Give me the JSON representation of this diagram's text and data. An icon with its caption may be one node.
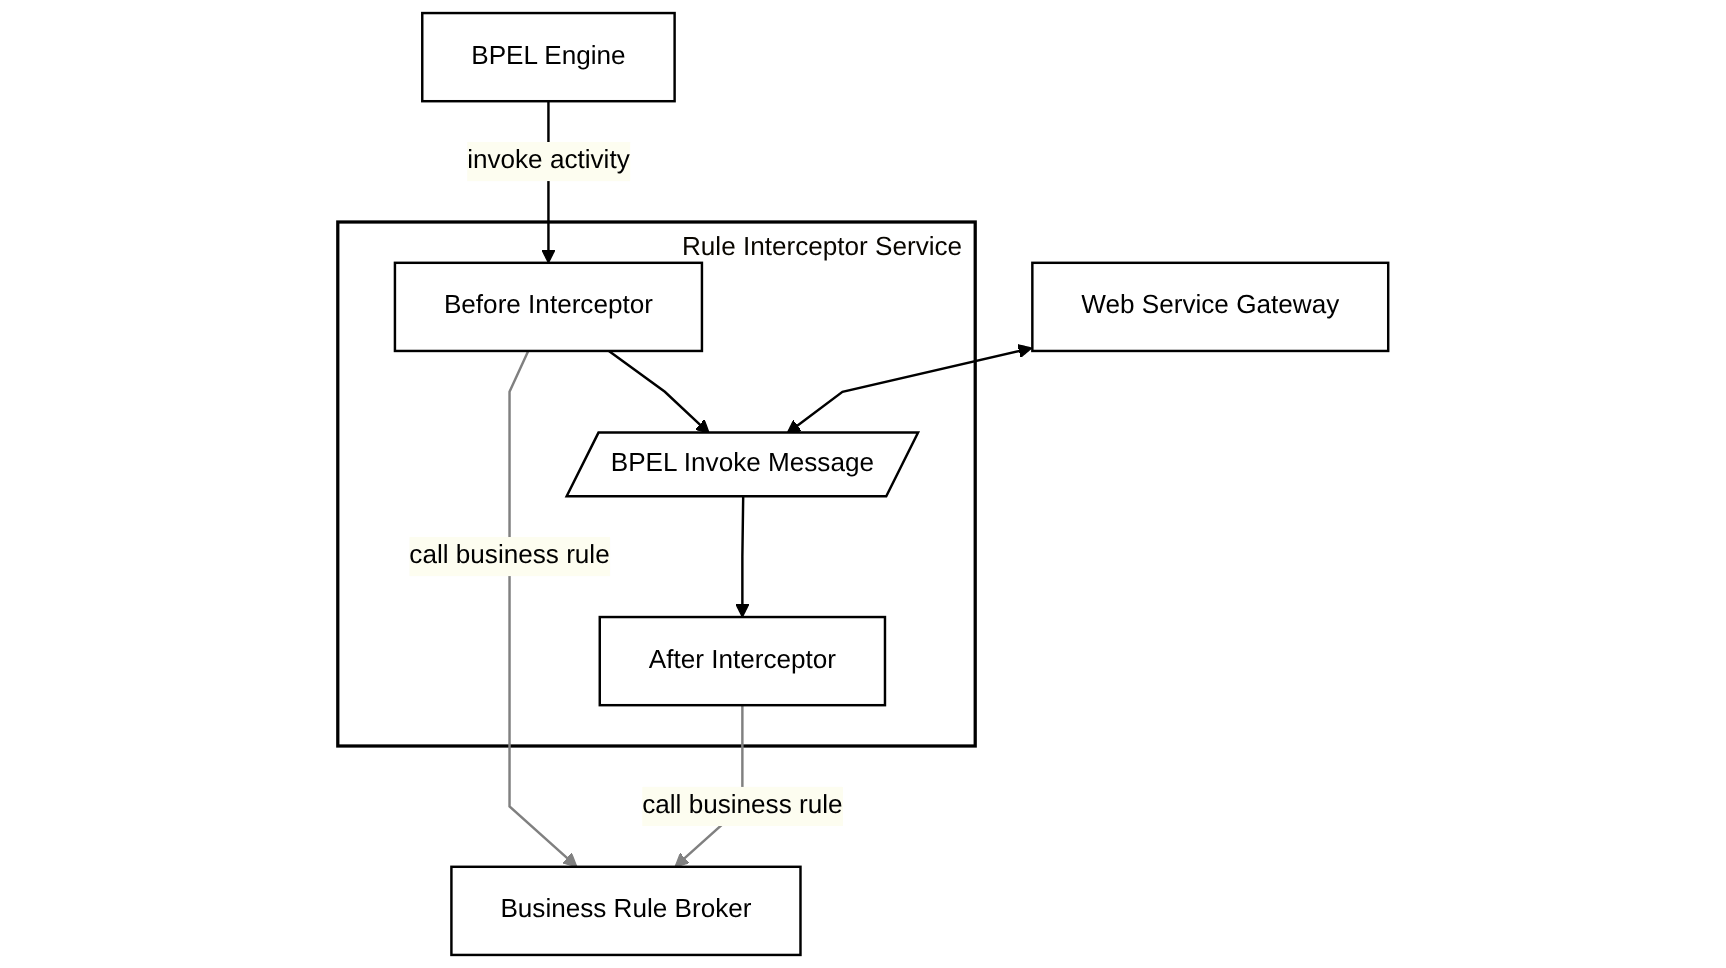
{
  "diagram": {
    "nodes": [
      {
        "text": [
          "BPEL Engine"
        ]
      },
      {
        "text": [
          "Web Service Gateway"
        ]
      },
      {
        "text": [
          "Rule Interceptor Service"
        ]
      },
      {
        "text": [
          "Before Interceptor"
        ],
        "in": 2
      },
      {
        "text": [
          "BPEL Invoke Message"
        ],
        "in": 2
      },
      {
        "text": [
          "After Interceptor"
        ],
        "in": 2
      },
      {
        "text": [
          "Business Rule Broker"
        ]
      }
    ],
    "edges": [
      {
        "from": 0,
        "to": 3,
        "arrow": "to",
        "label": "invoke activity"
      },
      {
        "from": 1,
        "to": 4,
        "arrow": "both"
      },
      {
        "from": 3,
        "to": 4,
        "arrow": "to"
      },
      {
        "from": 4,
        "to": 5,
        "arrow": "to"
      },
      {
        "from": 3,
        "to": 6,
        "arrow": "to",
        "label": "call business rule",
        "color": "#808080"
      },
      {
        "from": 5,
        "to": 6,
        "arrow": "to",
        "label": "call business rule",
        "color": "#808080"
      }
    ]
  }
}
